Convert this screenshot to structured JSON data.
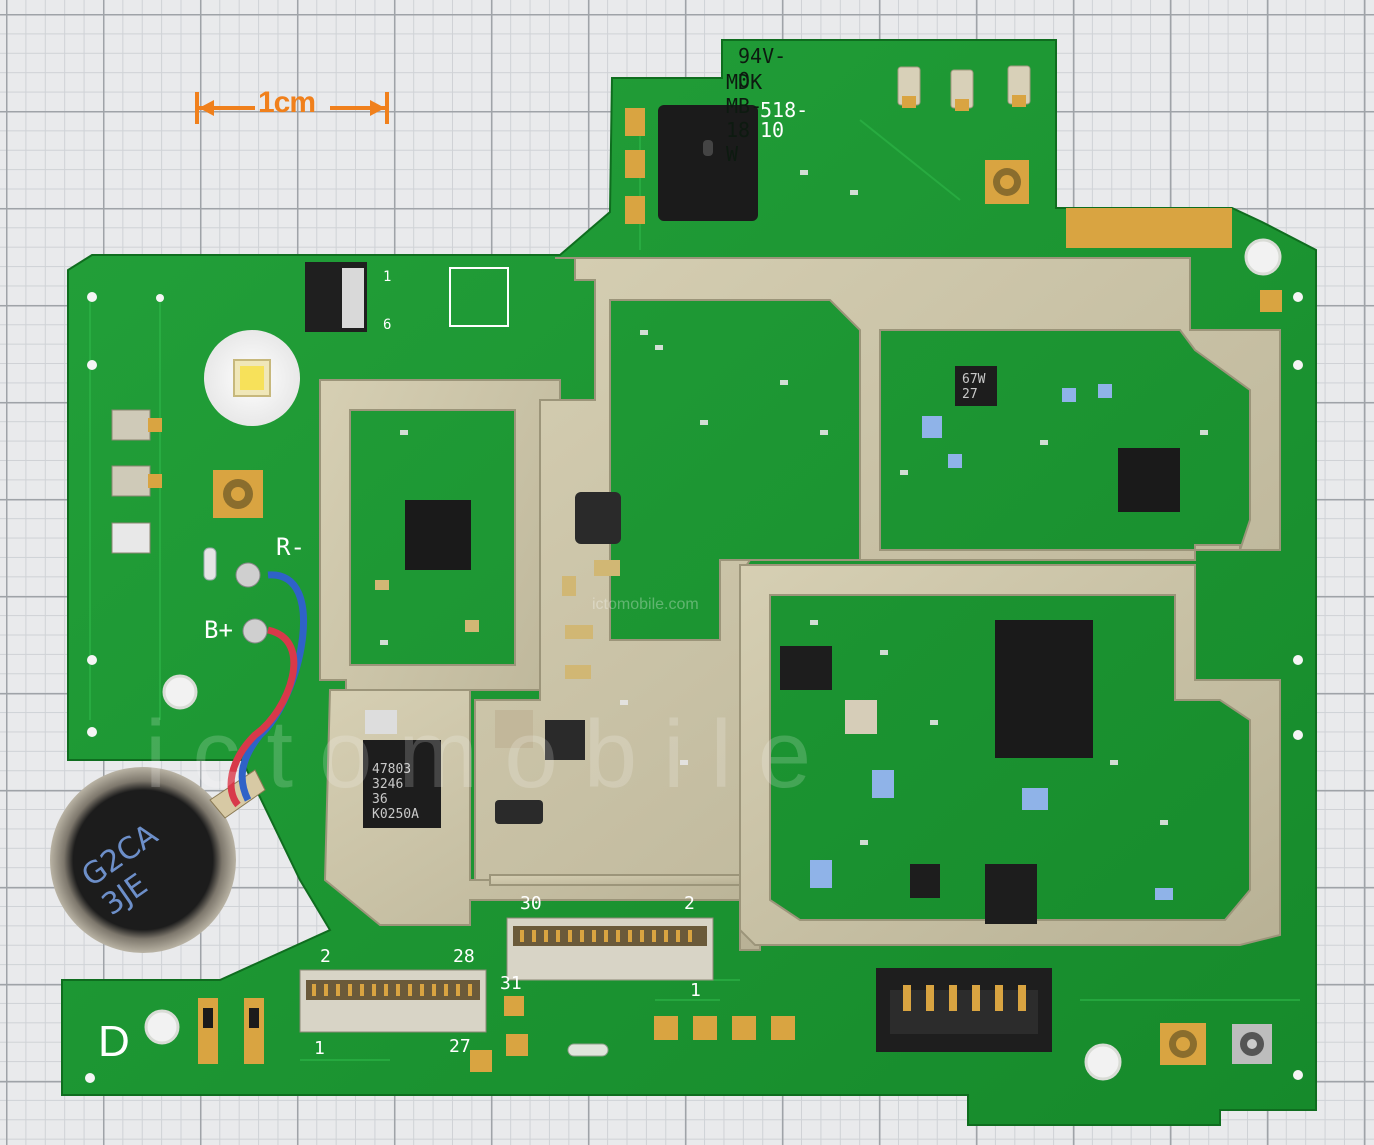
{
  "scale_bar": {
    "label": "1cm"
  },
  "board_marks": {
    "rating": "94V-0",
    "model": "MDK MB-18 W",
    "date_code": "518-10"
  },
  "pads": {
    "r_minus": "R-",
    "b_plus": "B+",
    "side_letter": "D"
  },
  "connector_numbers": {
    "small_top_1": "1",
    "small_top_6": "6",
    "fpc_left_2": "2",
    "fpc_left_28": "28",
    "fpc_left_1": "1",
    "fpc_left_27": "27",
    "fpc_right_30": "30",
    "fpc_right_2": "2",
    "fpc_right_1": "1",
    "fpc_right_31": "31"
  },
  "chips": {
    "main_pa": [
      "47803",
      "3246 36",
      "K0250A"
    ],
    "upper_right": [
      "67W",
      "27"
    ]
  },
  "motor_text": "G2CA 3JE",
  "watermark": {
    "large": "ictomobile",
    "small": "ictomobile.com"
  },
  "colors": {
    "pcb": "#1f9a35",
    "pcb_dark": "#157a26",
    "shield": "#c9c2a5",
    "gold": "#d9a441",
    "scale": "#f0801c"
  }
}
